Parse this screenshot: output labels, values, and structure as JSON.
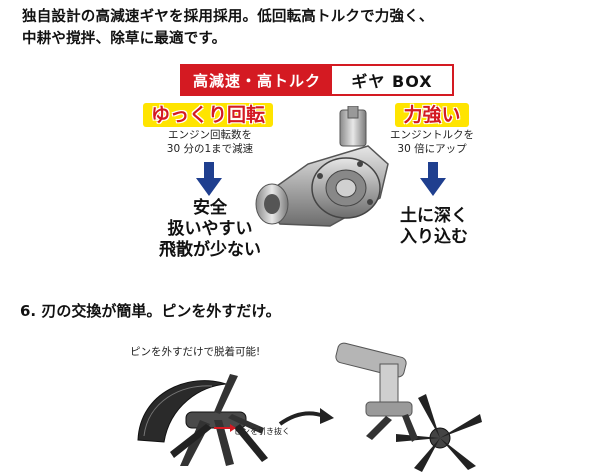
{
  "intro": {
    "line1": "独自設計の高減速ギヤを採用採用。低回転高トルクで力強く、",
    "line2": "中耕や撹拌、除草に最適です。"
  },
  "gearbox_banner": {
    "red_text": "高減速・高トルク",
    "white_text": "ギヤ BOX"
  },
  "left_feature": {
    "title": "ゆっくり回転",
    "desc_line1": "エンジン回転数を",
    "desc_line2": "30 分の1まで減速",
    "result_line1": "安全",
    "result_line2": "扱いやすい",
    "result_line3": "飛散が少ない"
  },
  "right_feature": {
    "title": "力強い",
    "desc_line1": "エンジントルクを",
    "desc_line2": "30 倍にアップ",
    "result_line1": "土に深く",
    "result_line2": "入り込む"
  },
  "section6": {
    "title": "6. 刃の交換が簡単。ピンを外すだけ。",
    "caption": "ピンを外すだけで脱着可能!",
    "pin_caption": "ピンを引き抜く"
  },
  "colors": {
    "accent_red": "#d41a22",
    "highlight_yellow": "#ffe400",
    "arrow_blue": "#1f3f8f"
  }
}
